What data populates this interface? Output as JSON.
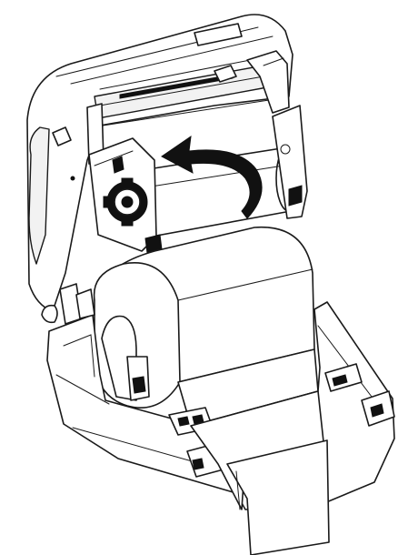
{
  "figure": {
    "subject": "thermal-transfer-label-printer",
    "step": "ribbon-loading",
    "arrow_direction": "counterclockwise",
    "colors": {
      "line": "#1a1a1a",
      "fill": "#ffffff",
      "arrow": "#111111",
      "background": "#ffffff"
    },
    "icons": [
      "curved-arrow-icon",
      "gear-icon"
    ]
  }
}
